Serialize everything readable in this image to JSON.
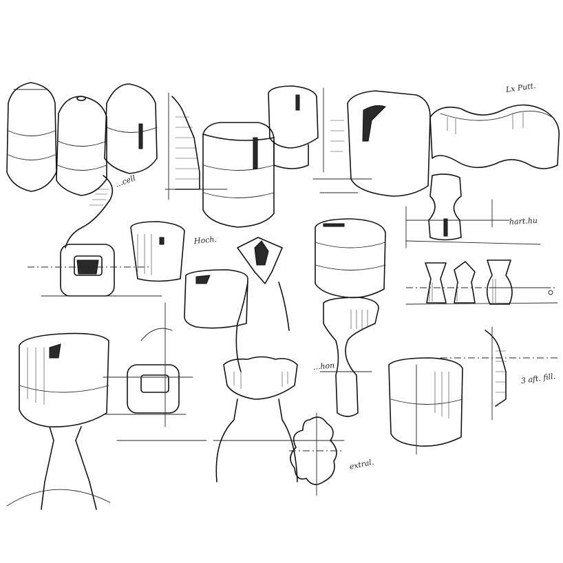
{
  "sketch": {
    "notes": [
      {
        "id": "note-1",
        "text": "Lx Putt."
      },
      {
        "id": "note-2",
        "text": "...cell"
      },
      {
        "id": "note-3",
        "text": "hart.hu"
      },
      {
        "id": "note-4",
        "text": "Hoch."
      },
      {
        "id": "note-5",
        "text": "...hon"
      },
      {
        "id": "note-6",
        "text": "3 aft. fill."
      },
      {
        "id": "note-7",
        "text": "extral."
      }
    ]
  }
}
